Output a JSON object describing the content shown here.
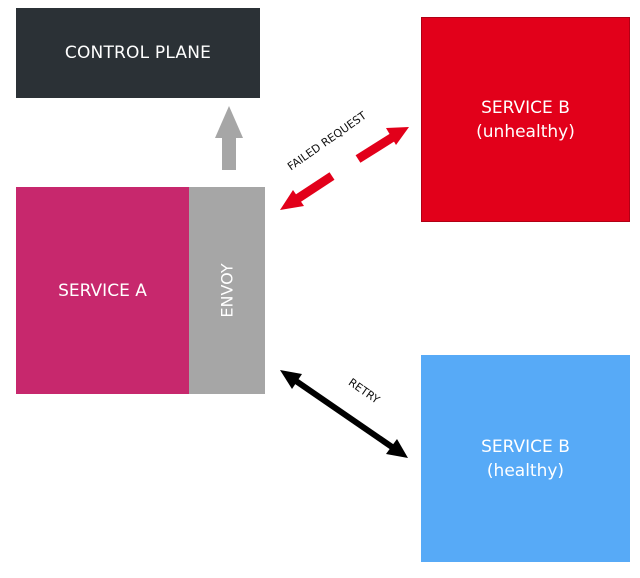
{
  "nodes": {
    "control_plane": "CONTROL PLANE",
    "service_a": "SERVICE A",
    "envoy": "ENVOY",
    "service_b_unhealthy": {
      "title": "SERVICE B",
      "status": "(unhealthy)"
    },
    "service_b_healthy": {
      "title": "SERVICE B",
      "status": "(healthy)"
    }
  },
  "edges": {
    "failed_request_label": "FAILED REQUEST",
    "retry_label": "RETRY"
  },
  "colors": {
    "control_plane": "#2b3136",
    "service_a": "#c7286d",
    "envoy": "#a6a6a6",
    "unhealthy": "#e2001a",
    "healthy": "#57aaf7",
    "up_arrow": "#a6a6a6",
    "failed_arrows": "#e2001a",
    "retry_arrow": "#000000"
  }
}
